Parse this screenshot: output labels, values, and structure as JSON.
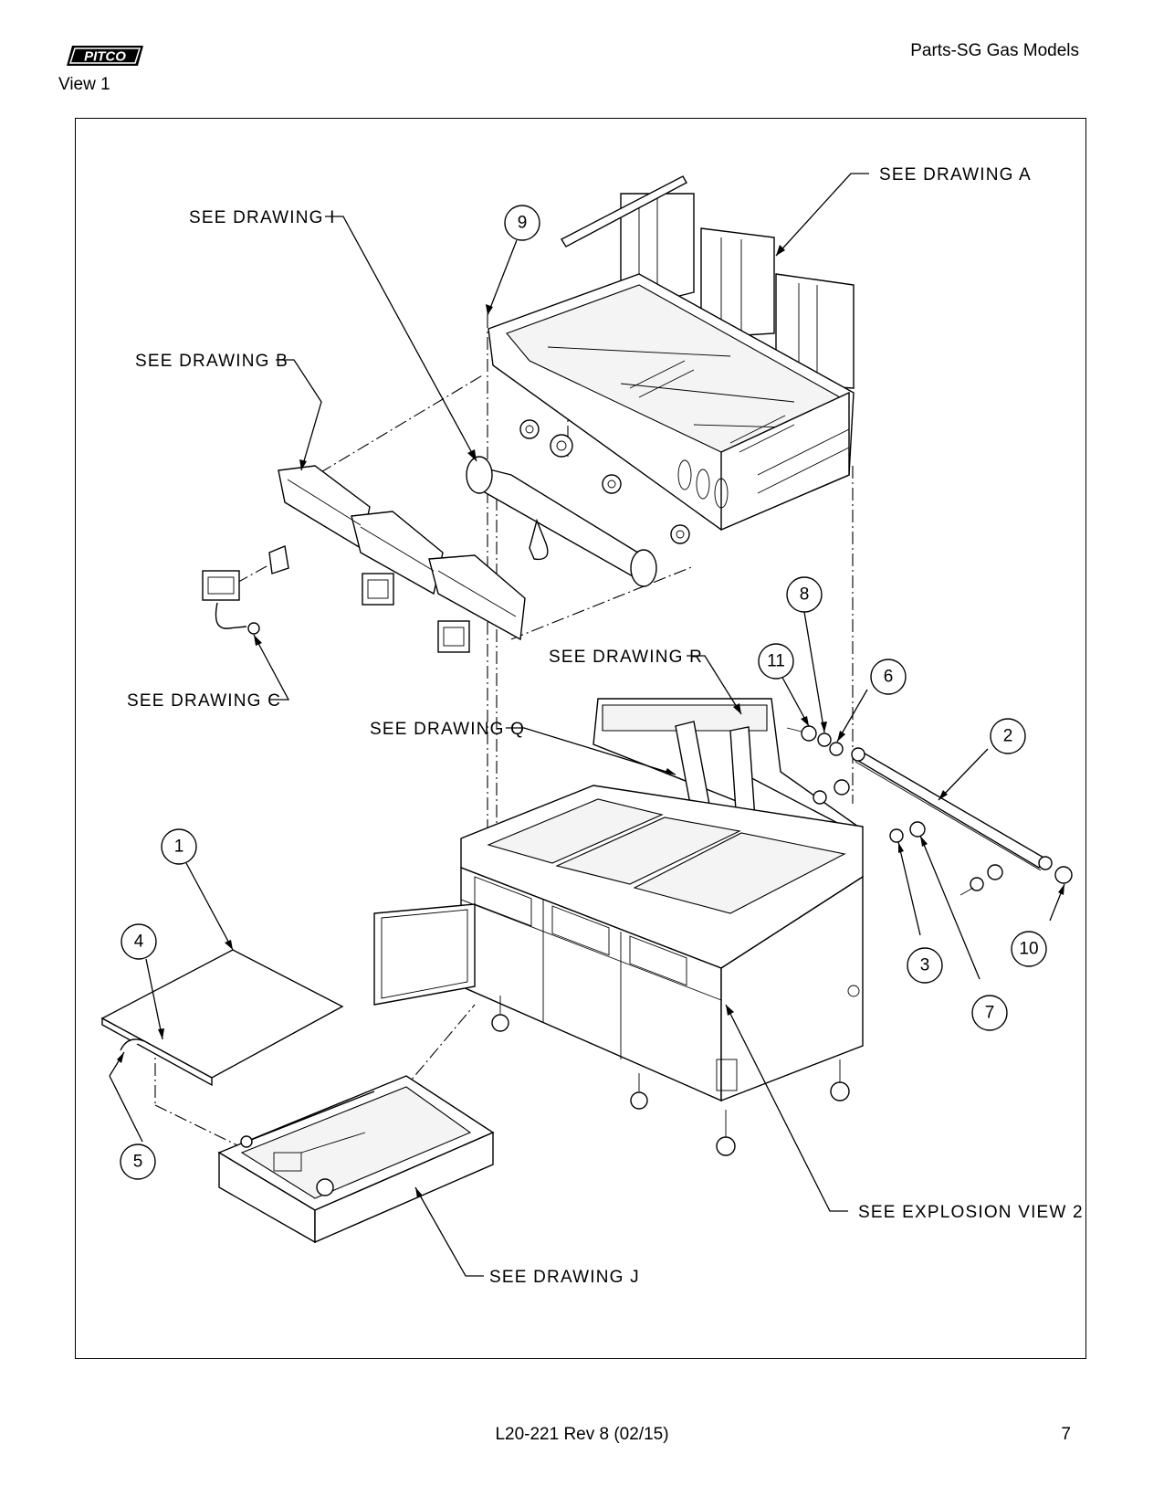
{
  "header": {
    "brand": "PITCO",
    "view": "View 1",
    "title": "Parts-SG Gas Models"
  },
  "callouts": {
    "see_drawing_a": "SEE DRAWING A",
    "see_drawing_i": "SEE DRAWING I",
    "see_drawing_b": "SEE DRAWING B",
    "see_drawing_c": "SEE DRAWING C",
    "see_drawing_r": "SEE DRAWING R",
    "see_drawing_q": "SEE DRAWING Q",
    "see_explosion_view_2": "SEE EXPLOSION VIEW 2",
    "see_drawing_j": "SEE DRAWING J"
  },
  "part_numbers": {
    "p1": "1",
    "p2": "2",
    "p3": "3",
    "p4": "4",
    "p5": "5",
    "p6": "6",
    "p7": "7",
    "p8": "8",
    "p9": "9",
    "p10": "10",
    "p11": "11"
  },
  "footer": {
    "doc_id": "L20-221 Rev 8  (02/15)",
    "page": "7"
  }
}
